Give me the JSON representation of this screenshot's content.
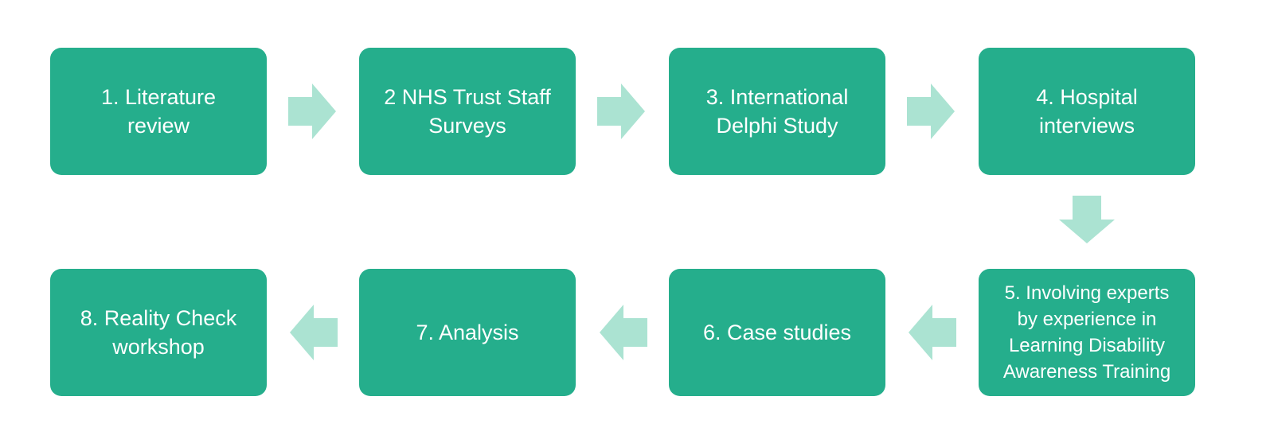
{
  "diagram": {
    "steps": [
      {
        "label": "1. Literature\nreview"
      },
      {
        "label": "2 NHS Trust Staff\nSurveys"
      },
      {
        "label": "3. International\nDelphi Study"
      },
      {
        "label": "4. Hospital\ninterviews"
      },
      {
        "label": "5. Involving experts\nby experience in\nLearning Disability\nAwareness Training"
      },
      {
        "label": "6. Case studies"
      },
      {
        "label": "7. Analysis"
      },
      {
        "label": "8. Reality Check\nworkshop"
      }
    ],
    "flow": [
      {
        "from": "1",
        "to": "2",
        "direction": "right"
      },
      {
        "from": "2",
        "to": "3",
        "direction": "right"
      },
      {
        "from": "3",
        "to": "4",
        "direction": "right"
      },
      {
        "from": "4",
        "to": "5",
        "direction": "down"
      },
      {
        "from": "5",
        "to": "6",
        "direction": "left"
      },
      {
        "from": "6",
        "to": "7",
        "direction": "left"
      },
      {
        "from": "7",
        "to": "8",
        "direction": "left"
      }
    ],
    "colors": {
      "box_fill": "#25ae8c",
      "box_text": "#ffffff",
      "arrow_fill": "#abe3d2",
      "background": "#ffffff"
    }
  }
}
